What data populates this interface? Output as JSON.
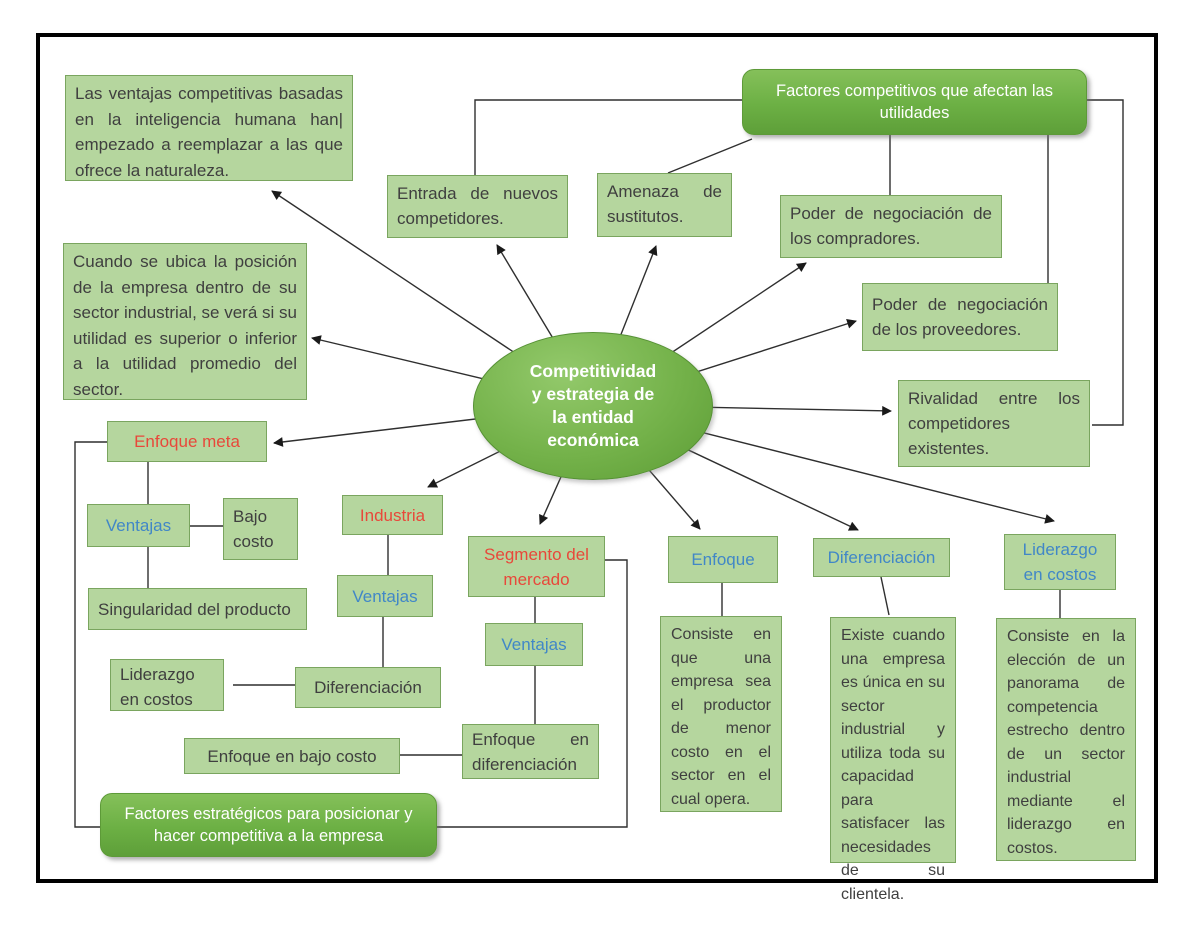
{
  "colors": {
    "box_fill": "#b5d69e",
    "box_border": "#7aa55f",
    "banner_green": "#6cb044",
    "red_text": "#e8483a",
    "blue_text": "#4187c7",
    "dark_text": "#3f3f3f",
    "connector_line": "#2f2f2f"
  },
  "central": {
    "label": "Competitividad y estrategia de la entidad económica"
  },
  "banners": {
    "top": "Factores competitivos que afectan las utilidades",
    "bottom": "Factores estratégicos para posicionar y hacer competitiva a la empresa"
  },
  "notes": {
    "human_intelligence": "Las ventajas competitivas basadas en la inteligencia humana han| empezado a reemplazar a las que ofrece la naturaleza.",
    "sector_position": "Cuando se ubica la posición de la empresa dentro de su sector industrial, se verá si su utilidad es superior o inferior a la utilidad promedio del sector."
  },
  "forces": {
    "new_entrants": "Entrada de nuevos competidores.",
    "substitutes": "Amenaza de sustitutos.",
    "buyer_power": "Poder de negociación de los compradores.",
    "supplier_power": "Poder de negociación de los proveedores.",
    "rivalry": "Rivalidad entre los competidores existentes."
  },
  "chains": {
    "enfoque_meta": {
      "title": "Enfoque meta",
      "ventajas": "Ventajas",
      "side": "Bajo costo",
      "leaf": "Singularidad del producto"
    },
    "industria": {
      "title": "Industria",
      "ventajas": "Ventajas",
      "side": "Liderazgo en costos",
      "leaf": "Diferenciación"
    },
    "segmento": {
      "title": "Segmento del mercado",
      "ventajas": "Ventajas",
      "side": "Enfoque en bajo costo",
      "leaf": "Enfoque en diferenciación"
    }
  },
  "strategies": {
    "enfoque": {
      "title": "Enfoque",
      "desc": "Consiste en que una empresa sea el productor de menor costo en el sector en el cual opera."
    },
    "diferenciacion": {
      "title": "Diferenciación",
      "desc": "Existe cuando una empresa es única en su sector industrial y utiliza toda su capacidad para satisfacer las necesidades de su clientela."
    },
    "liderazgo": {
      "title": "Liderazgo en costos",
      "desc": "Consiste en la elección de un panorama de competencia estrecho dentro de un sector industrial mediante el liderazgo en costos."
    }
  }
}
